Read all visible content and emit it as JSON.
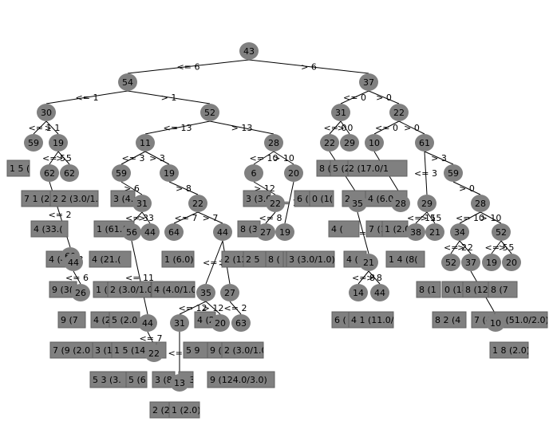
{
  "diagram": {
    "type": "decision-tree",
    "node_fill": "#808080",
    "leaf_fill": "#808080",
    "edge_color": "#000000",
    "nodes": [
      {
        "id": "n43",
        "label": "43"
      },
      {
        "id": "n54",
        "label": "54"
      },
      {
        "id": "n37",
        "label": "37"
      },
      {
        "id": "n30",
        "label": "30"
      },
      {
        "id": "n52",
        "label": "52"
      },
      {
        "id": "n31a",
        "label": "31"
      },
      {
        "id": "n22a",
        "label": "22"
      },
      {
        "id": "n59a",
        "label": "59"
      },
      {
        "id": "n19a",
        "label": "19"
      },
      {
        "id": "n11",
        "label": "11"
      },
      {
        "id": "n28a",
        "label": "28"
      },
      {
        "id": "n22b",
        "label": "22"
      },
      {
        "id": "n29",
        "label": "29"
      },
      {
        "id": "n10",
        "label": "10"
      },
      {
        "id": "n61",
        "label": "61"
      },
      {
        "id": "n62a",
        "label": "62"
      },
      {
        "id": "n62b",
        "label": "62"
      },
      {
        "id": "n59b",
        "label": "59"
      },
      {
        "id": "n19b",
        "label": "19"
      },
      {
        "id": "n6",
        "label": "6"
      },
      {
        "id": "n20a",
        "label": "20"
      },
      {
        "id": "n59c",
        "label": "59"
      },
      {
        "id": "n31b",
        "label": "31"
      },
      {
        "id": "n22c",
        "label": "22"
      },
      {
        "id": "n22d",
        "label": "22"
      },
      {
        "id": "n35a",
        "label": "35"
      },
      {
        "id": "n28b",
        "label": "28"
      },
      {
        "id": "n29b",
        "label": "29"
      },
      {
        "id": "n28c",
        "label": "28"
      },
      {
        "id": "n56",
        "label": "56"
      },
      {
        "id": "n44a",
        "label": "44"
      },
      {
        "id": "n64",
        "label": "64"
      },
      {
        "id": "n44b",
        "label": "44"
      },
      {
        "id": "n27a",
        "label": "27"
      },
      {
        "id": "n19c",
        "label": "19"
      },
      {
        "id": "n38",
        "label": "38"
      },
      {
        "id": "n21a",
        "label": "21"
      },
      {
        "id": "n34",
        "label": "34"
      },
      {
        "id": "n52b",
        "label": "52"
      },
      {
        "id": "n60",
        "label": "60"
      },
      {
        "id": "n44c",
        "label": "44"
      },
      {
        "id": "n21b",
        "label": "21"
      },
      {
        "id": "n52c",
        "label": "52"
      },
      {
        "id": "n37b",
        "label": "37"
      },
      {
        "id": "n19d",
        "label": "19"
      },
      {
        "id": "n20b",
        "label": "20"
      },
      {
        "id": "n26",
        "label": "26"
      },
      {
        "id": "n35b",
        "label": "35"
      },
      {
        "id": "n27b",
        "label": "27"
      },
      {
        "id": "n14",
        "label": "14"
      },
      {
        "id": "n44d",
        "label": "44"
      },
      {
        "id": "n44e",
        "label": "44"
      },
      {
        "id": "n31c",
        "label": "31"
      },
      {
        "id": "n20c",
        "label": "20"
      },
      {
        "id": "n63",
        "label": "63"
      },
      {
        "id": "n22e",
        "label": "22"
      },
      {
        "id": "n13",
        "label": "13"
      },
      {
        "id": "n10b",
        "label": "10"
      }
    ],
    "edges": [
      {
        "from": "n43",
        "to": "n54",
        "label": "<= 6"
      },
      {
        "from": "n43",
        "to": "n37",
        "label": "> 6"
      },
      {
        "from": "n54",
        "to": "n30",
        "label": "<= 1"
      },
      {
        "from": "n54",
        "to": "n52",
        "label": "> 1"
      },
      {
        "from": "n37",
        "to": "n31a",
        "label": "<= 0"
      },
      {
        "from": "n37",
        "to": "n22a",
        "label": "> 0"
      },
      {
        "from": "n30",
        "to": "n59a",
        "label": "<= 1"
      },
      {
        "from": "n30",
        "to": "n19a",
        "label": "> 1"
      },
      {
        "from": "n52",
        "to": "n11",
        "label": "<= 13"
      },
      {
        "from": "n52",
        "to": "n28a",
        "label": "> 13"
      },
      {
        "from": "n31a",
        "to": "n22b",
        "label": "<= 0"
      },
      {
        "from": "n31a",
        "to": "n29",
        "label": "> 0"
      },
      {
        "from": "n22a",
        "to": "n10",
        "label": "<= 0"
      },
      {
        "from": "n22a",
        "to": "n61",
        "label": "> 0"
      },
      {
        "from": "n19a",
        "to": "n62a",
        "label": "<= 5"
      },
      {
        "from": "n19a",
        "to": "n62b",
        "label": "> 5"
      },
      {
        "from": "n11",
        "to": "n59b",
        "label": "<= 3"
      },
      {
        "from": "n11",
        "to": "n19b",
        "label": "> 3"
      },
      {
        "from": "n28a",
        "to": "n6",
        "label": "<= 10"
      },
      {
        "from": "n28a",
        "to": "n20a",
        "label": "> 10"
      },
      {
        "from": "n61",
        "to": "n59c",
        "label": "> 3"
      },
      {
        "from": "n59b",
        "to": "n31b",
        "label": "> 6"
      },
      {
        "from": "n19b",
        "to": "n22c",
        "label": "> 8"
      },
      {
        "from": "n6",
        "to": "n22d",
        "label": "> 12"
      },
      {
        "from": "n22b",
        "to": "n35a",
        "label": "> 4"
      },
      {
        "from": "n10",
        "to": "n28b",
        "label": "> 4"
      },
      {
        "from": "n61",
        "to": "n29b",
        "label": "<= 3"
      },
      {
        "from": "n59c",
        "to": "n28c",
        "label": "> 0"
      },
      {
        "from": "n31b",
        "to": "n56",
        "label": "<= 3"
      },
      {
        "from": "n31b",
        "to": "n44a",
        "label": "> 3"
      },
      {
        "from": "n22c",
        "to": "n64",
        "label": "<= 7"
      },
      {
        "from": "n22c",
        "to": "n44b",
        "label": "> 7"
      },
      {
        "from": "n22d",
        "to": "n27a",
        "label": "<= 8"
      },
      {
        "from": "n20a",
        "to": "n19c",
        "label": "<= 10"
      },
      {
        "from": "n29b",
        "to": "n38",
        "label": "<= 15"
      },
      {
        "from": "n29b",
        "to": "n21a",
        "label": "> 15"
      },
      {
        "from": "n28c",
        "to": "n34",
        "label": "<= 10"
      },
      {
        "from": "n28c",
        "to": "n52b",
        "label": "> 10"
      },
      {
        "from": "n62a",
        "to": "n60",
        "label": "<= 2"
      },
      {
        "from": "n60",
        "to": "n44c",
        "label": "<= 3"
      },
      {
        "from": "n35a",
        "to": "n21b",
        "label": "<= 0"
      },
      {
        "from": "n34",
        "to": "n52c",
        "label": "<= 2"
      },
      {
        "from": "n34",
        "to": "n37b",
        "label": "> 2"
      },
      {
        "from": "n52b",
        "to": "n19d",
        "label": "<= 5"
      },
      {
        "from": "n52b",
        "to": "n20b",
        "label": "> 5"
      },
      {
        "from": "n44c",
        "to": "n26",
        "label": "<= 6"
      },
      {
        "from": "n44b",
        "to": "n35b",
        "label": "<= 2"
      },
      {
        "from": "n44b",
        "to": "n27b",
        "label": "> 2"
      },
      {
        "from": "n21b",
        "to": "n14",
        "label": "<= 8"
      },
      {
        "from": "n21b",
        "to": "n44d",
        "label": "> 8"
      },
      {
        "from": "n56",
        "to": "n44e",
        "label": "<= 11"
      },
      {
        "from": "n35b",
        "to": "n31c",
        "label": "<= 12"
      },
      {
        "from": "n35b",
        "to": "n20c",
        "label": "> 12"
      },
      {
        "from": "n27b",
        "to": "n63",
        "label": "<= 2"
      },
      {
        "from": "n44e",
        "to": "n22e",
        "label": "<= 7"
      },
      {
        "from": "n31c",
        "to": "n13",
        "label": "<= 5"
      },
      {
        "from": "n37b",
        "to": "n10b",
        "label": "<= 14"
      }
    ],
    "leaves": [
      {
        "label": "1 5 (1("
      },
      {
        "label": "7 1 (2"
      },
      {
        "label": "2 2 (3.0/1.0)"
      },
      {
        "label": "4 (33.("
      },
      {
        "label": "4 (4"
      },
      {
        "label": "9 (3("
      },
      {
        "label": "9 (7"
      },
      {
        "label": "7 (9 (2.0"
      },
      {
        "label": "3 (4."
      },
      {
        "label": "1 (61.("
      },
      {
        "label": "4 (21.("
      },
      {
        "label": "1 (1"
      },
      {
        "label": "4 (2"
      },
      {
        "label": "3 (1"
      },
      {
        "label": "5 3 (3."
      },
      {
        "label": "9 (3 (3.0"
      },
      {
        "label": "2 (3.0/1.0"
      },
      {
        "label": "5 (2.0"
      },
      {
        "label": "1 5 (144"
      },
      {
        "label": "5 (6"
      },
      {
        "label": "3 (8."
      },
      {
        "label": "2 (2"
      },
      {
        "label": "1 (2.0)"
      },
      {
        "label": "1 (6.0)"
      },
      {
        "label": "4 (4.0/1.0)"
      },
      {
        "label": "4 (2"
      },
      {
        "label": "5 9"
      },
      {
        "label": "1 3"
      },
      {
        "label": "9 ("
      },
      {
        "label": "2 (3.0/1.0)"
      },
      {
        "label": "9 (124.0/3.0)"
      },
      {
        "label": "3 (3.0"
      },
      {
        "label": "8 (3"
      },
      {
        "label": "2 (12"
      },
      {
        "label": "2 5"
      },
      {
        "label": "8 ("
      },
      {
        "label": "1 ("
      },
      {
        "label": "3 (3.0/1.0)"
      },
      {
        "label": "8 (1("
      },
      {
        "label": "2 (17.0/1"
      },
      {
        "label": "5 (2"
      },
      {
        "label": "6 (1"
      },
      {
        "label": "0 (1("
      },
      {
        "label": "4 ("
      },
      {
        "label": "2 (4.0"
      },
      {
        "label": "4 (6.0"
      },
      {
        "label": "7 (1"
      },
      {
        "label": "1 (2.0"
      },
      {
        "label": "4 ("
      },
      {
        "label": "6 ("
      },
      {
        "label": "4 1 (11.0/1.0)"
      },
      {
        "label": "1 4 (8("
      },
      {
        "label": "8 (1"
      },
      {
        "label": "0 (14"
      },
      {
        "label": "8 (12"
      },
      {
        "label": "8 (7"
      },
      {
        "label": "8 2 (4"
      },
      {
        "label": "7 (4.0)"
      },
      {
        "label": "1 (51.0/2.0)"
      },
      {
        "label": "1 8 (2.0)"
      }
    ]
  }
}
